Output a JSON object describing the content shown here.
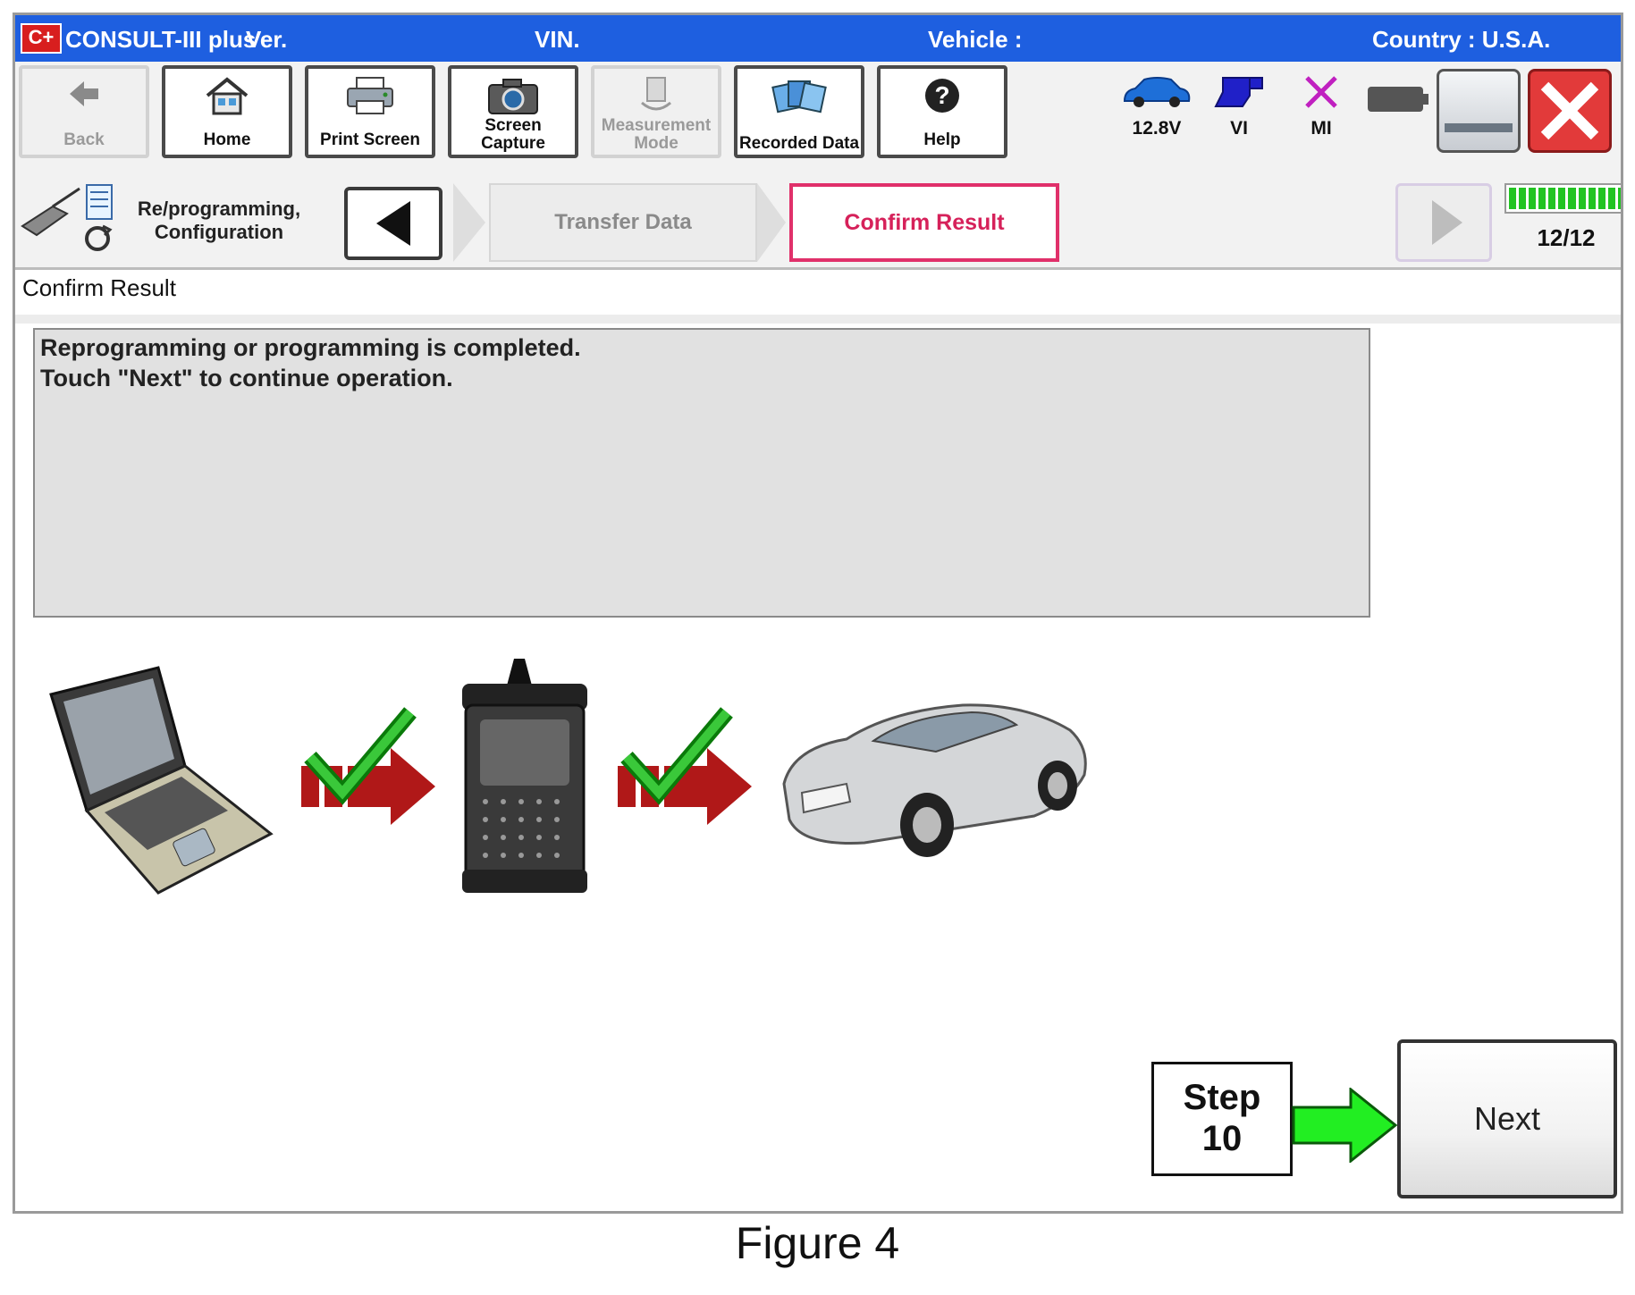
{
  "titlebar": {
    "logo": "C+",
    "app": "CONSULT-III plus",
    "ver_label": "Ver.",
    "vin_label": "VIN.",
    "vehicle_label": "Vehicle :",
    "country": "Country : U.S.A."
  },
  "toolbar": {
    "back": "Back",
    "home": "Home",
    "print_screen": "Print Screen",
    "screen_capture": "Screen Capture",
    "measurement_mode": "Measurement Mode",
    "recorded_data": "Recorded Data",
    "help": "Help",
    "battery_voltage": "12.8V",
    "vi": "VI",
    "mi": "MI"
  },
  "nav": {
    "breadcrumb": "Re/programming, Configuration",
    "steps": [
      "Transfer Data",
      "Confirm Result"
    ],
    "progress": "12/12",
    "progress_fraction": 1.0
  },
  "page_title": "Confirm Result",
  "message": {
    "line1": "Reprogramming or programming is completed.",
    "line2": "Touch \"Next\" to continue operation."
  },
  "callout": {
    "line1": "Step",
    "line2": "10"
  },
  "next_button": "Next",
  "caption": "Figure 4",
  "icons": [
    "back-icon",
    "home-icon",
    "printer-icon",
    "camera-icon",
    "measurement-icon",
    "recorded-data-icon",
    "help-icon",
    "car-battery-icon",
    "vi-icon",
    "mi-icon",
    "battery-icon",
    "minimize-icon",
    "close-icon",
    "reprogramming-icon"
  ],
  "colors": {
    "titlebar": "#1e5fe0",
    "active_step": "#e0306a",
    "progress": "#22c422",
    "close": "#e23a3a",
    "callout_arrow": "#22ee22"
  }
}
